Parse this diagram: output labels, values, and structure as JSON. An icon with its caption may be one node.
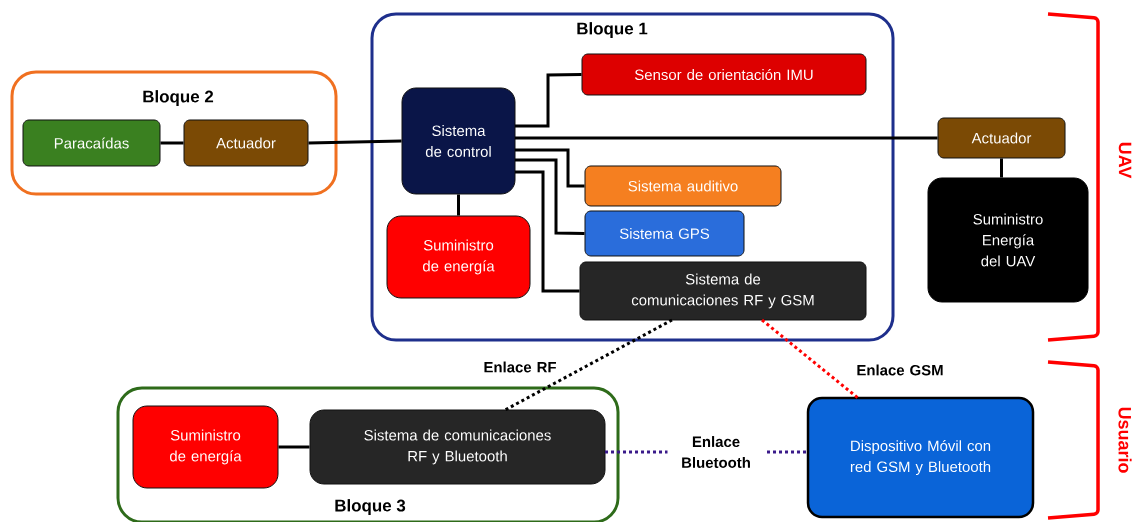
{
  "diagram": {
    "nodes": [
      {
        "text": [
          "Bloque 1"
        ]
      },
      {
        "text": [
          "Bloque 2"
        ]
      },
      {
        "text": [
          "Bloque 3"
        ]
      },
      {
        "text": [
          "Paracaídas"
        ],
        "in": 1
      },
      {
        "text": [
          "Actuador"
        ],
        "in": 1
      },
      {
        "text": [
          "Sistema de control"
        ],
        "in": 0
      },
      {
        "text": [
          "Sensor de orientación IMU"
        ],
        "in": 0
      },
      {
        "text": [
          "Sistema auditivo"
        ],
        "in": 0
      },
      {
        "text": [
          "Sistema GPS"
        ],
        "in": 0
      },
      {
        "text": [
          "Suministro de energía"
        ],
        "in": 0
      },
      {
        "text": [
          "Sistema de comunicaciones RF y GSM"
        ],
        "in": 0
      },
      {
        "text": [
          "Actuador"
        ]
      },
      {
        "text": [
          "Suministro Energía del UAV"
        ]
      },
      {
        "text": [
          "Suministro de energía"
        ],
        "in": 2
      },
      {
        "text": [
          "Sistema de comunicaciones RF y Bluetooth"
        ],
        "in": 2
      },
      {
        "text": [
          "Dispositivo Móvil con red GSM y Bluetooth"
        ]
      }
    ],
    "edges": [
      {
        "from": 3,
        "to": 4,
        "arrow": "none"
      },
      {
        "from": 4,
        "to": 5,
        "arrow": "none"
      },
      {
        "from": 5,
        "to": 6,
        "arrow": "none"
      },
      {
        "from": 5,
        "to": 11,
        "arrow": "none"
      },
      {
        "from": 5,
        "to": 7,
        "arrow": "none"
      },
      {
        "from": 5,
        "to": 8,
        "arrow": "none"
      },
      {
        "from": 5,
        "to": 10,
        "arrow": "none"
      },
      {
        "from": 5,
        "to": 9,
        "arrow": "none"
      },
      {
        "from": 11,
        "to": 12,
        "arrow": "none"
      },
      {
        "from": 13,
        "to": 14,
        "arrow": "none"
      },
      {
        "from": 10,
        "to": 14,
        "arrow": "none",
        "label": "Enlace RF",
        "style": "dashed"
      },
      {
        "from": 10,
        "to": 15,
        "arrow": "none",
        "label": "Enlace GSM",
        "style": "dashed",
        "color": "#ff0000"
      },
      {
        "from": 14,
        "to": 15,
        "arrow": "none",
        "label": "Enlace Bluetooth",
        "style": "dashed",
        "color": "#3a1a8a"
      }
    ],
    "labels": [
      "UAV",
      "Usuario"
    ]
  }
}
